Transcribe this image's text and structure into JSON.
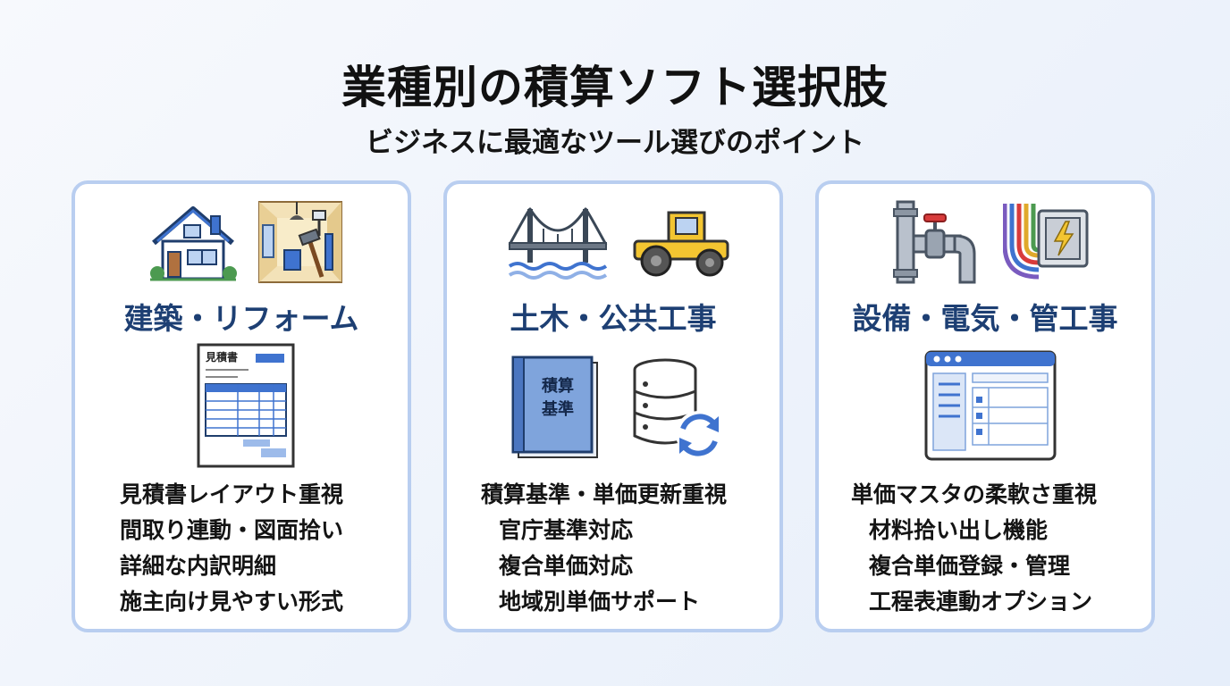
{
  "title": "業種別の積算ソフト選択肢",
  "subtitle": "ビジネスに最適なツール選びのポイント",
  "cards": [
    {
      "heading": "建築・リフォーム",
      "icons": [
        "house-icon",
        "renovation-tools-icon",
        "estimate-document-icon"
      ],
      "doc_label": "見積書",
      "points": [
        "見積書レイアウト重視",
        "間取り連動・図面拾い",
        "詳細な内訳明細",
        "施主向け見やすい形式"
      ]
    },
    {
      "heading": "土木・公共工事",
      "icons": [
        "bridge-icon",
        "road-roller-icon",
        "standards-book-icon",
        "database-sync-icon"
      ],
      "book_label_1": "積算",
      "book_label_2": "基準",
      "points": [
        "積算基準・単価更新重視",
        "官庁基準対応",
        "複合単価対応",
        "地域別単価サポート"
      ]
    },
    {
      "heading": "設備・電気・管工事",
      "icons": [
        "pipe-valve-icon",
        "electric-panel-icon",
        "software-window-icon"
      ],
      "points": [
        "単価マスタの柔軟さ重視",
        "材料拾い出し機能",
        "複合単価登録・管理",
        "工程表連動オプション"
      ]
    }
  ],
  "colors": {
    "heading": "#1d3f73",
    "card_border": "#b9cef0",
    "accent_blue": "#3f73cf"
  }
}
